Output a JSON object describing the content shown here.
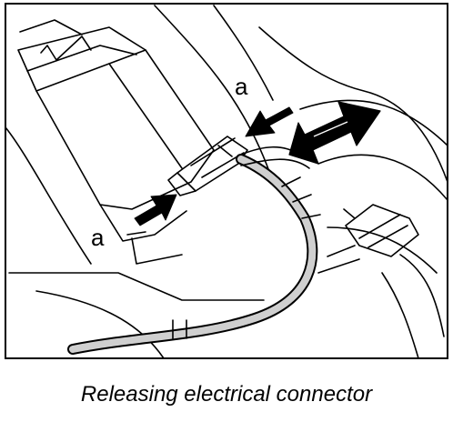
{
  "figure": {
    "caption": "Releasing electrical connector",
    "callouts": [
      "a",
      "a"
    ]
  },
  "colors": {
    "ink": "#000000",
    "background": "#ffffff",
    "harness_wrap": "#cfcfcf"
  },
  "icons": {
    "release_arrow": "solid-arrow-icon",
    "pull_direction": "double-arrow-icon"
  }
}
